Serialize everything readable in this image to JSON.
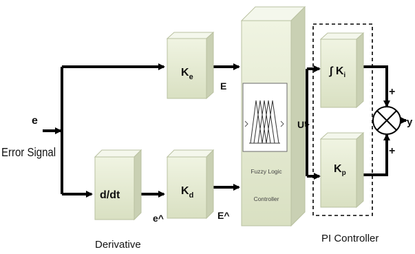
{
  "input": {
    "symbol": "e",
    "label": "Error Signal"
  },
  "blocks": {
    "ke": {
      "main": "K",
      "sub": "e"
    },
    "kd": {
      "main": "K",
      "sub": "d"
    },
    "derivative": {
      "label": "d/dt",
      "caption": "Derivative"
    },
    "fuzzy": {
      "line1": "Fuzzy Logic",
      "line2": "Controller"
    },
    "ki": {
      "main": "∫ K",
      "sub": "i"
    },
    "kp": {
      "main": "K",
      "sub": "p"
    }
  },
  "signals": {
    "E": "E",
    "E_hat": "E^",
    "e_hat": "e^",
    "U": "U'",
    "y": "y",
    "plus_top": "+",
    "plus_bottom": "+"
  },
  "pi_controller": {
    "caption": "PI Controller"
  },
  "colors": {
    "block_front": "#e6ecd4",
    "block_top": "#f3f6ea",
    "block_side": "#c6cdb0",
    "line": "#000000"
  }
}
